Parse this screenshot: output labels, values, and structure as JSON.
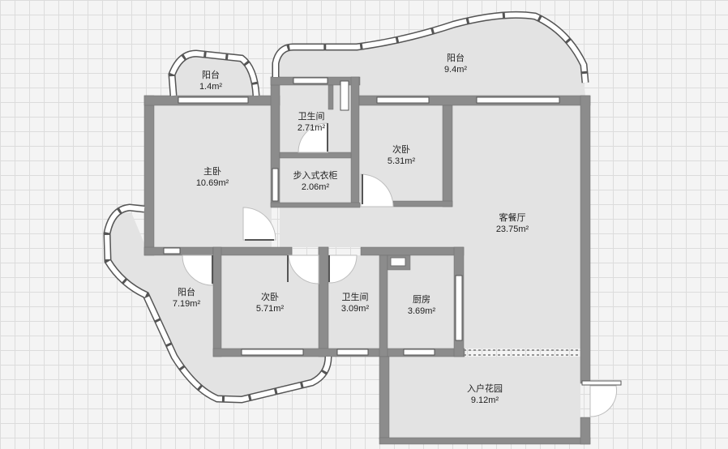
{
  "rooms": [
    {
      "id": "balcony-top-left",
      "name": "阳台",
      "area": "1.4m²"
    },
    {
      "id": "balcony-top",
      "name": "阳台",
      "area": "9.4m²"
    },
    {
      "id": "bathroom-top",
      "name": "卫生间",
      "area": "2.71m²"
    },
    {
      "id": "walk-in-closet",
      "name": "步入式衣柜",
      "area": "2.06m²"
    },
    {
      "id": "master-bedroom",
      "name": "主卧",
      "area": "10.69m²"
    },
    {
      "id": "bedroom-top",
      "name": "次卧",
      "area": "5.31m²"
    },
    {
      "id": "living-dining",
      "name": "客餐厅",
      "area": "23.75m²"
    },
    {
      "id": "balcony-left",
      "name": "阳台",
      "area": "7.19m²"
    },
    {
      "id": "bedroom-bottom",
      "name": "次卧",
      "area": "5.71m²"
    },
    {
      "id": "bathroom-bottom",
      "name": "卫生间",
      "area": "3.09m²"
    },
    {
      "id": "kitchen",
      "name": "厨房",
      "area": "3.69m²"
    },
    {
      "id": "entry-garden",
      "name": "入户花园",
      "area": "9.12m²"
    }
  ],
  "colors": {
    "wall": "#8c8c8c",
    "wall_stroke": "#6e6e6e",
    "floor": "#e3e3e3",
    "window": "#ffffff",
    "grid": "#dcdcdc"
  }
}
